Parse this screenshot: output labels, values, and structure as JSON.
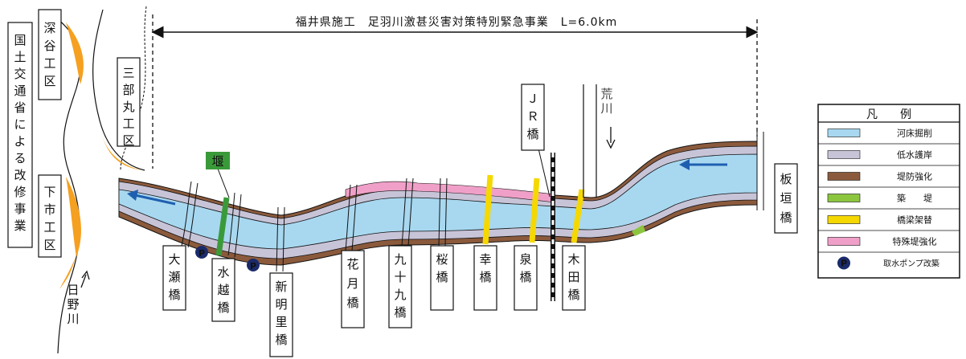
{
  "title": "福井県施工　足羽川激甚災害対策特別緊急事業　L=6.0km",
  "left_works": {
    "ministry": "国土交通省による改修事業",
    "fukaya": "深谷工区",
    "shimoichi": "下市工区"
  },
  "saburomaru": "三部丸工区",
  "weir_label": "堰",
  "pump_symbol": "P",
  "rivers": {
    "hino": "日野川",
    "ara": "荒川"
  },
  "jr": "ＪＲ橋",
  "bridges": {
    "ose": "大瀬橋",
    "mizukoshi": "水越橋",
    "shinmeiri": "新明里橋",
    "hanatsuki": "花月橋",
    "tsukumo": "九十九橋",
    "sakura": "桜橋",
    "saiwai": "幸橋",
    "izumi": "泉橋",
    "kida": "木田橋",
    "itagaki": "板垣橋"
  },
  "legend": {
    "title": "凡　　例",
    "items": [
      {
        "label": "河床掘削",
        "color": "#a8d8f0"
      },
      {
        "label": "低水護岸",
        "color": "#c8c4d8"
      },
      {
        "label": "堤防強化",
        "color": "#8b5a3c"
      },
      {
        "label": "築　　堤",
        "color": "#8cc63f"
      },
      {
        "label": "橋梁架替",
        "color": "#f5d800"
      },
      {
        "label": "特殊堤強化",
        "color": "#f0a0c8"
      },
      {
        "label": "取水ポンプ改築",
        "color": "#1a2a6a"
      }
    ]
  },
  "colors": {
    "river": "#a8d8f0",
    "revetment": "#c8c4d8",
    "levee": "#8b5a3c",
    "new_levee": "#3a9a3a",
    "bridge_replace": "#f5d800",
    "special_levee": "#f0a0c8",
    "left_edge": "#f5a020",
    "arrow": "#1f5fb0",
    "pump": "#1a2a6a"
  }
}
